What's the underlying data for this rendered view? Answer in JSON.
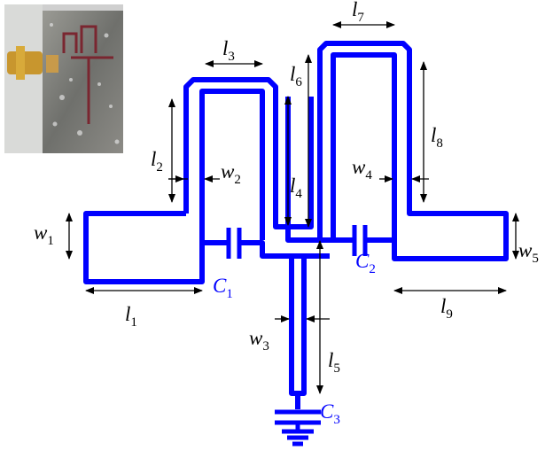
{
  "colors": {
    "trace": "#0000ff",
    "dimension": "#000000",
    "capacitor_label": "#0000ff"
  },
  "photo": {
    "description_icon": "antenna-photo"
  },
  "labels": {
    "l1": {
      "var": "l",
      "sub": "1"
    },
    "l2": {
      "var": "l",
      "sub": "2"
    },
    "l3": {
      "var": "l",
      "sub": "3"
    },
    "l4": {
      "var": "l",
      "sub": "4"
    },
    "l5": {
      "var": "l",
      "sub": "5"
    },
    "l6": {
      "var": "l",
      "sub": "6"
    },
    "l7": {
      "var": "l",
      "sub": "7"
    },
    "l8": {
      "var": "l",
      "sub": "8"
    },
    "l9": {
      "var": "l",
      "sub": "9"
    },
    "w1": {
      "var": "w",
      "sub": "1"
    },
    "w2": {
      "var": "w",
      "sub": "2"
    },
    "w3": {
      "var": "w",
      "sub": "3"
    },
    "w4": {
      "var": "w",
      "sub": "4"
    },
    "w5": {
      "var": "w",
      "sub": "5"
    },
    "C1": {
      "var": "C",
      "sub": "1"
    },
    "C2": {
      "var": "C",
      "sub": "2"
    },
    "C3": {
      "var": "C",
      "sub": "3"
    }
  }
}
